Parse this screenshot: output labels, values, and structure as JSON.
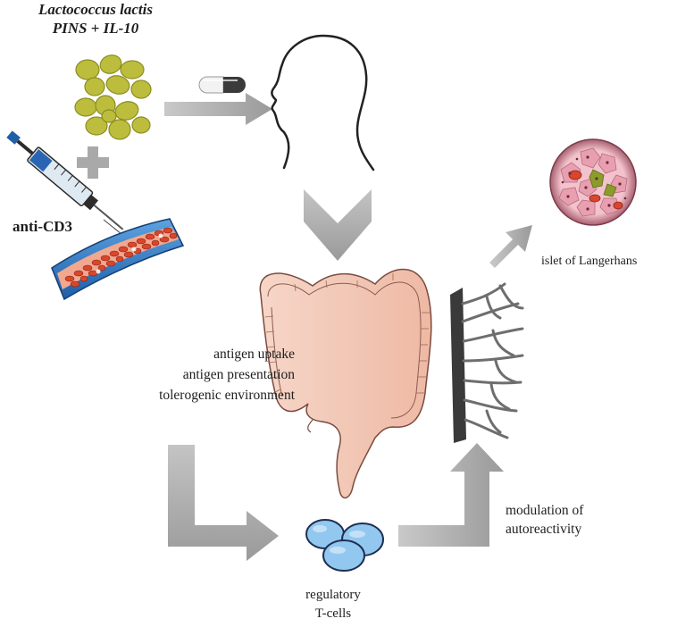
{
  "labels": {
    "bacterium_name": "Lactococcus lactis",
    "construct": "PINS + IL-10",
    "drug": "anti-CD3",
    "mechanism": [
      "antigen uptake",
      "antigen presentation",
      "tolerogenic environment"
    ],
    "islet": "islet of Langerhans",
    "modulation": [
      "modulation of",
      "autoreactivity"
    ],
    "treg": [
      "regulatory",
      "T-cells"
    ]
  },
  "colors": {
    "arrow": "#a6a6a6",
    "bacteria": "#b9bb3a",
    "colon": "#f4cdbc",
    "treg_cell": "#8ec6ee",
    "vessel": "#2f78c8",
    "rbc": "#d8462c",
    "islet_cell": "#e9a7b4"
  },
  "icons": [
    "bacteria-cluster-icon",
    "plus-icon",
    "syringe-icon",
    "blood-vessel-icon",
    "capsule-icon",
    "human-head-icon",
    "colon-icon",
    "vasculature-icon",
    "islet-icon",
    "treg-cells-icon"
  ]
}
